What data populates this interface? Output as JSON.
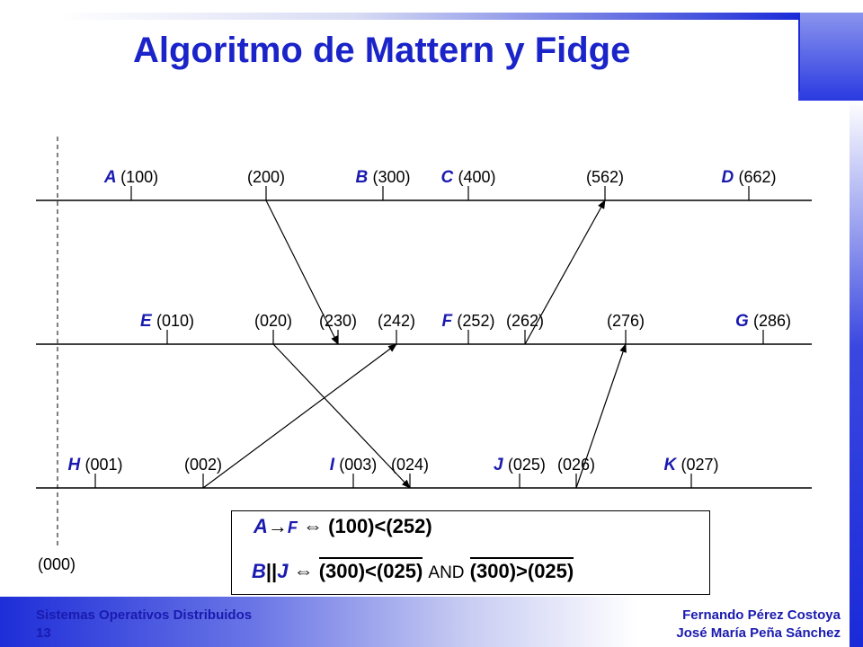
{
  "slide": {
    "title": "Algoritmo de Mattern y Fidge",
    "footer_left_line1": "Sistemas Operativos Distribuidos",
    "footer_left_line2": "13",
    "footer_right_line1": "Fernando Pérez Costoya",
    "footer_right_line2": "José María Peña Sánchez"
  },
  "diagram": {
    "initial_label": "(000)",
    "processes": [
      {
        "events": [
          {
            "name": "A",
            "clock": "(100)"
          },
          {
            "name": "",
            "clock": "(200)"
          },
          {
            "name": "B",
            "clock": "(300)"
          },
          {
            "name": "C",
            "clock": "(400)"
          },
          {
            "name": "",
            "clock": "(562)"
          },
          {
            "name": "D",
            "clock": "(662)"
          }
        ]
      },
      {
        "events": [
          {
            "name": "E",
            "clock": "(010)"
          },
          {
            "name": "",
            "clock": "(020)"
          },
          {
            "name": "",
            "clock": "(230)"
          },
          {
            "name": "",
            "clock": "(242)"
          },
          {
            "name": "F",
            "clock": "(252)"
          },
          {
            "name": "",
            "clock": "(262)"
          },
          {
            "name": "",
            "clock": "(276)"
          },
          {
            "name": "G",
            "clock": "(286)"
          }
        ]
      },
      {
        "events": [
          {
            "name": "H",
            "clock": "(001)"
          },
          {
            "name": "",
            "clock": "(002)"
          },
          {
            "name": "I",
            "clock": "(003)"
          },
          {
            "name": "",
            "clock": "(024)"
          },
          {
            "name": "J",
            "clock": "(025)"
          },
          {
            "name": "",
            "clock": "(026)"
          },
          {
            "name": "K",
            "clock": "(027)"
          }
        ]
      }
    ],
    "messages": [
      {
        "from": "(200)",
        "to": "(230)"
      },
      {
        "from": "(262)",
        "to": "(562)"
      },
      {
        "from": "(020)",
        "to": "(024)"
      },
      {
        "from": "(002)",
        "to": "(242)"
      },
      {
        "from": "(026)",
        "to": "(276)"
      }
    ]
  },
  "formulas": {
    "f1_a": "A",
    "f1_arrow": "→",
    "f1_f": "F",
    "f1_iff": "⇔",
    "f1_expr": "(100)<(252)",
    "f2_b": "B",
    "f2_par": "||",
    "f2_j": "J",
    "f2_iff": "⇔",
    "f2_expr1": "(300)<(025)",
    "f2_and": "AND",
    "f2_expr2": "(300)>(025)"
  },
  "colors": {
    "title": "#1a24c8",
    "event_name": "#1a1ab0",
    "footer": "#1a1ab0",
    "accent_blue": "#1a2ad8"
  }
}
